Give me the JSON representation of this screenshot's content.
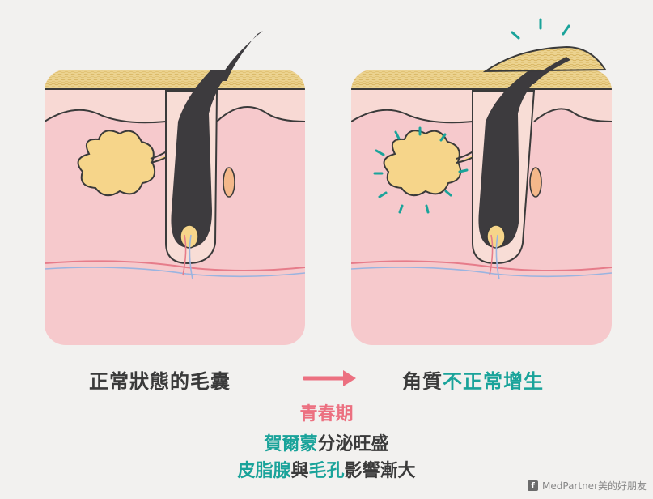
{
  "captions": {
    "left": "正常狀態的毛囊",
    "right_prefix": "角質",
    "right_highlight": "不正常增生"
  },
  "cause": "青春期",
  "line1": {
    "highlight": "賀爾蒙",
    "rest": "分泌旺盛"
  },
  "line2": {
    "part1": "皮脂腺",
    "mid1": "與",
    "part2": "毛孔",
    "mid2": "影響漸大"
  },
  "footer": {
    "icon_letter": "f",
    "text": "MedPartner美的好朋友"
  },
  "colors": {
    "teal": "#1aa39a",
    "pink_accent": "#ec7080",
    "skin_deep": "#f6c9cc",
    "skin_upper": "#f8d9d4",
    "epidermis": "#e9d08a",
    "hair": "#3d3b3e",
    "sebaceous": "#f6d58a"
  }
}
